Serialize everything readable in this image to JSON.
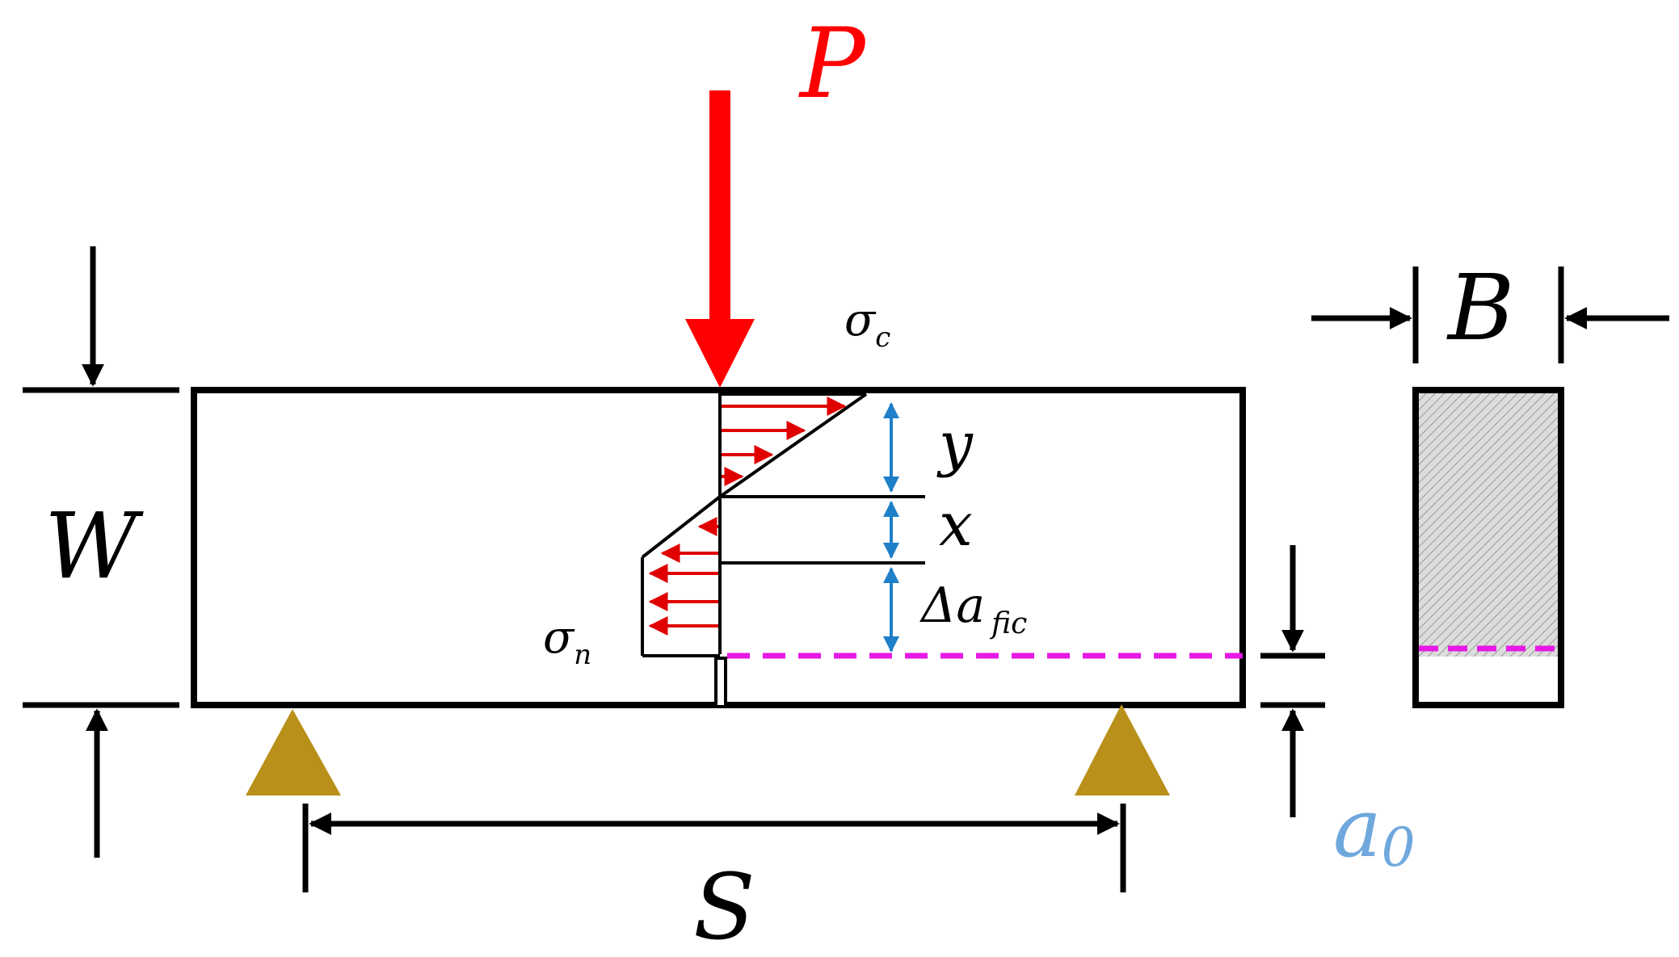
{
  "labels": {
    "load": "P",
    "depth": "W",
    "span": "S",
    "width": "B",
    "initial_crack": "a",
    "initial_crack_sub": "0",
    "sigma_c": "σ",
    "sigma_c_sub": "c",
    "sigma_n": "σ",
    "sigma_n_sub": "n",
    "y": "y",
    "x": "x",
    "delta_a": "Δa",
    "delta_a_sub": "fic"
  },
  "colors": {
    "load_arrow": "#ff0000",
    "stress_arrows": "#e00000",
    "dimension_blue": "#1f7fc8",
    "crack_tip_line": "#e619e6",
    "support": "#b8901a",
    "a0_label": "#6fa8dc",
    "section_hatch": "#c8c8c8"
  }
}
